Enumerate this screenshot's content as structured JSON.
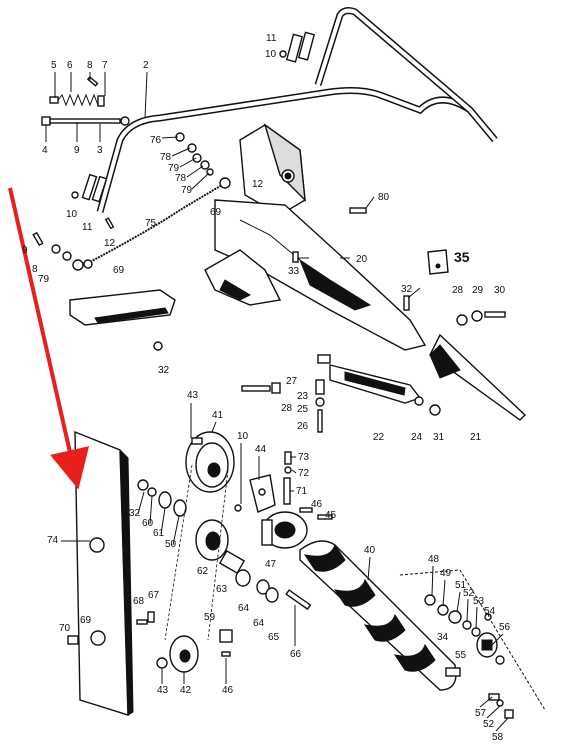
{
  "diagram": {
    "labels": [
      {
        "id": "l11a",
        "text": "11"
      },
      {
        "id": "l10a",
        "text": "10"
      },
      {
        "id": "l5",
        "text": "5"
      },
      {
        "id": "l6",
        "text": "6"
      },
      {
        "id": "l8a",
        "text": "8"
      },
      {
        "id": "l7",
        "text": "7"
      },
      {
        "id": "l2",
        "text": "2"
      },
      {
        "id": "l4",
        "text": "4"
      },
      {
        "id": "l9a",
        "text": "9"
      },
      {
        "id": "l3",
        "text": "3"
      },
      {
        "id": "l76",
        "text": "76"
      },
      {
        "id": "l78a",
        "text": "78"
      },
      {
        "id": "l79a",
        "text": "79"
      },
      {
        "id": "l78b",
        "text": "78"
      },
      {
        "id": "l79b",
        "text": "79"
      },
      {
        "id": "l12a",
        "text": "12"
      },
      {
        "id": "l69a",
        "text": "69"
      },
      {
        "id": "l80",
        "text": "80"
      },
      {
        "id": "l10b",
        "text": "10"
      },
      {
        "id": "l11b",
        "text": "11"
      },
      {
        "id": "l12b",
        "text": "12"
      },
      {
        "id": "l75",
        "text": "75"
      },
      {
        "id": "l9b",
        "text": "9"
      },
      {
        "id": "l8b",
        "text": "8"
      },
      {
        "id": "l79c",
        "text": "79"
      },
      {
        "id": "l69b",
        "text": "69"
      },
      {
        "id": "l33",
        "text": "33"
      },
      {
        "id": "l20",
        "text": "20"
      },
      {
        "id": "l35",
        "text": "35"
      },
      {
        "id": "l28a",
        "text": "28"
      },
      {
        "id": "l29",
        "text": "29"
      },
      {
        "id": "l30",
        "text": "30"
      },
      {
        "id": "l32a",
        "text": "32"
      },
      {
        "id": "l32b",
        "text": "32"
      },
      {
        "id": "l27",
        "text": "27"
      },
      {
        "id": "l28b",
        "text": "28"
      },
      {
        "id": "l23",
        "text": "23"
      },
      {
        "id": "l25",
        "text": "25"
      },
      {
        "id": "l26",
        "text": "26"
      },
      {
        "id": "l22",
        "text": "22"
      },
      {
        "id": "l24",
        "text": "24"
      },
      {
        "id": "l31",
        "text": "31"
      },
      {
        "id": "l21",
        "text": "21"
      },
      {
        "id": "l43a",
        "text": "43"
      },
      {
        "id": "l41",
        "text": "41"
      },
      {
        "id": "l10c",
        "text": "10"
      },
      {
        "id": "l44",
        "text": "44"
      },
      {
        "id": "l73",
        "text": "73"
      },
      {
        "id": "l72",
        "text": "72"
      },
      {
        "id": "l71",
        "text": "71"
      },
      {
        "id": "l46a",
        "text": "46"
      },
      {
        "id": "l45",
        "text": "45"
      },
      {
        "id": "l74",
        "text": "74"
      },
      {
        "id": "l32c",
        "text": "32"
      },
      {
        "id": "l60",
        "text": "60"
      },
      {
        "id": "l61",
        "text": "61"
      },
      {
        "id": "l50",
        "text": "50"
      },
      {
        "id": "l62",
        "text": "62"
      },
      {
        "id": "l47",
        "text": "47"
      },
      {
        "id": "l40",
        "text": "40"
      },
      {
        "id": "l48",
        "text": "48"
      },
      {
        "id": "l49",
        "text": "49"
      },
      {
        "id": "l51",
        "text": "51"
      },
      {
        "id": "l52a",
        "text": "52"
      },
      {
        "id": "l53",
        "text": "53"
      },
      {
        "id": "l54",
        "text": "54"
      },
      {
        "id": "l56",
        "text": "56"
      },
      {
        "id": "l34",
        "text": "34"
      },
      {
        "id": "l55",
        "text": "55"
      },
      {
        "id": "l68",
        "text": "68"
      },
      {
        "id": "l67",
        "text": "67"
      },
      {
        "id": "l63",
        "text": "63"
      },
      {
        "id": "l64a",
        "text": "64"
      },
      {
        "id": "l64b",
        "text": "64"
      },
      {
        "id": "l59",
        "text": "59"
      },
      {
        "id": "l65",
        "text": "65"
      },
      {
        "id": "l66",
        "text": "66"
      },
      {
        "id": "l70",
        "text": "70"
      },
      {
        "id": "l69c",
        "text": "69"
      },
      {
        "id": "l43b",
        "text": "43"
      },
      {
        "id": "l42",
        "text": "42"
      },
      {
        "id": "l46b",
        "text": "46"
      },
      {
        "id": "l57",
        "text": "57"
      },
      {
        "id": "l52b",
        "text": "52"
      },
      {
        "id": "l58",
        "text": "58"
      }
    ],
    "arrow_color": "#e8201c"
  }
}
